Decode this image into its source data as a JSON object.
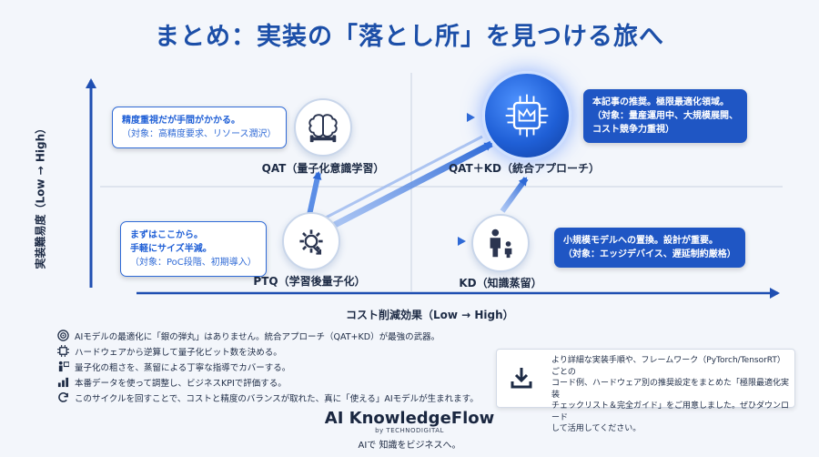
{
  "title": "まとめ：実装の「落とし所」を見つける旅へ",
  "axes": {
    "x_label": "コスト削減効果（Low → High）",
    "y_label": "実装難易度（Low → High）"
  },
  "nodes": {
    "qat": "QAT（量子化意識学習）",
    "qat_kd": "QAT＋KD（統合アプローチ）",
    "ptq": "PTQ（学習後量子化）",
    "kd": "KD（知識蒸留）"
  },
  "callouts": {
    "qat": [
      "精度重視だが手間がかかる。",
      "（対象：高精度要求、リソース潤沢）"
    ],
    "qat_kd": [
      "本記事の推奨。極限最適化領域。",
      "（対象：量産運用中、大規模展開、",
      "コスト競争力重視）"
    ],
    "ptq": [
      "まずはここから。",
      "手軽にサイズ半減。",
      "（対象：PoC段階、初期導入）"
    ],
    "kd": [
      "小規模モデルへの置換。設計が重要。",
      "（対象：エッジデバイス、遅延制約厳格）"
    ]
  },
  "summary": [
    {
      "icon": "target-icon",
      "text": "AIモデルの最適化に「銀の弾丸」はありません。統合アプローチ（QAT+KD）が最強の武器。"
    },
    {
      "icon": "chip-icon",
      "text": "ハードウェアから逆算して量子化ビット数を決める。"
    },
    {
      "icon": "teacher-icon",
      "text": "量子化の粗さを、蒸留による丁寧な指導でカバーする。"
    },
    {
      "icon": "chart-icon",
      "text": "本番データを使って調整し、ビジネスKPIで評価する。"
    },
    {
      "icon": "cycle-icon",
      "text": "このサイクルを回すことで、コストと精度のバランスが取れた、真に「使える」AIモデルが生まれます。"
    }
  ],
  "cta": {
    "icon": "download-icon",
    "lines": [
      "より詳細な実装手順や、フレームワーク（PyTorch/TensorRT）ごとの",
      "コード例、ハードウェア別の推奨設定をまとめた「極限最適化実装",
      "チェックリスト＆完全ガイド」をご用意しました。ぜひダウンロード",
      "して活用してください。"
    ]
  },
  "brand": {
    "name": "AI KnowledgeFlow",
    "by": "by TECHNODIGITAL",
    "tagline": "AIで 知識をビジネスへ。"
  },
  "colors": {
    "accent": "#1f5fd6",
    "title": "#1c4fa8",
    "callout_blue": "#1f56c4",
    "background": "#f3f6fb"
  }
}
